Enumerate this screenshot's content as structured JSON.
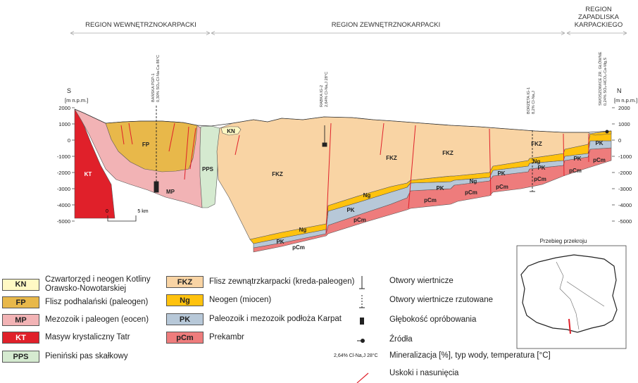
{
  "regions": {
    "inner": "REGION WEWNĘTRZNOKARPACKI",
    "outer": "REGION ZEWNĘTRZNOKARPACKI",
    "foredeep_line1": "REGION",
    "foredeep_line2": "ZAPADLISKA",
    "foredeep_line3": "KARPACKIEGO"
  },
  "axes": {
    "left_dir": "S",
    "right_dir": "N",
    "unit": "[m n.p.m.]",
    "ticks": [
      "2000",
      "1000",
      "0",
      "-1000",
      "-2000",
      "-3000",
      "-4000",
      "-5000"
    ]
  },
  "scale_bar": {
    "start": "0",
    "end": "5 km"
  },
  "wells": [
    {
      "name": "BAŃSKA PGP-1",
      "info": "0,30% SO₄-Cl-Na-Ca 86°C"
    },
    {
      "name": "RABKA IG-2",
      "info": "2,64% Cl-Na,J 28°C"
    },
    {
      "name": "BORZĘTA IG-1",
      "info": "8,2% Cl-Na,J"
    },
    {
      "name": "SWOSZOWICE ZR. GŁÓWNE",
      "info": "0,24% SO₄-HCO₃-Ca-Mg,S"
    }
  ],
  "section_labels": {
    "KN": "KN",
    "FP": "FP",
    "MP": "MP",
    "KT": "KT",
    "PPS": "PPS",
    "FKZ": "FKZ",
    "Ng": "Ng",
    "PK": "PK",
    "pCm": "pCm"
  },
  "legend": [
    {
      "code": "KN",
      "label": "Czwartorzęd i neogen Kotliny Orawsko-Nowotarskiej",
      "color": "#fff9c4"
    },
    {
      "code": "FP",
      "label": "Flisz podhalański (paleogen)",
      "color": "#e8b84a"
    },
    {
      "code": "MP",
      "label": "Mezozoik i paleogen (eocen)",
      "color": "#f2b3b5"
    },
    {
      "code": "KT",
      "label": "Masyw krystaliczny Tatr",
      "color": "#e0202a"
    },
    {
      "code": "PPS",
      "label": "Pieniński pas skałkowy",
      "color": "#d5ead0"
    },
    {
      "code": "FKZ",
      "label": "Flisz zewnątrzkarpacki (kreda-paleogen)",
      "color": "#f9d4a4"
    },
    {
      "code": "Ng",
      "label": "Neogen (miocen)",
      "color": "#ffc20e"
    },
    {
      "code": "PK",
      "label": "Paleozoik i mezozoik podłoża Karpat",
      "color": "#b7c8d8"
    },
    {
      "code": "pCm",
      "label": "Prekambr",
      "color": "#ee7c7c"
    }
  ],
  "symbols": {
    "wells": "Otwory wiertnicze",
    "projected_wells": "Otwory wiertnicze rzutowane",
    "sampling_depth": "Głębokość opróbowania",
    "springs": "Źródła",
    "mineralization_example": "2,64% Cl-Na,J 28°C",
    "mineralization": "Mineralizacja [%], typ wody, temperatura [°C]",
    "faults": "Uskoki i nasunięcia"
  },
  "inset": {
    "title": "Przebieg przekroju"
  }
}
